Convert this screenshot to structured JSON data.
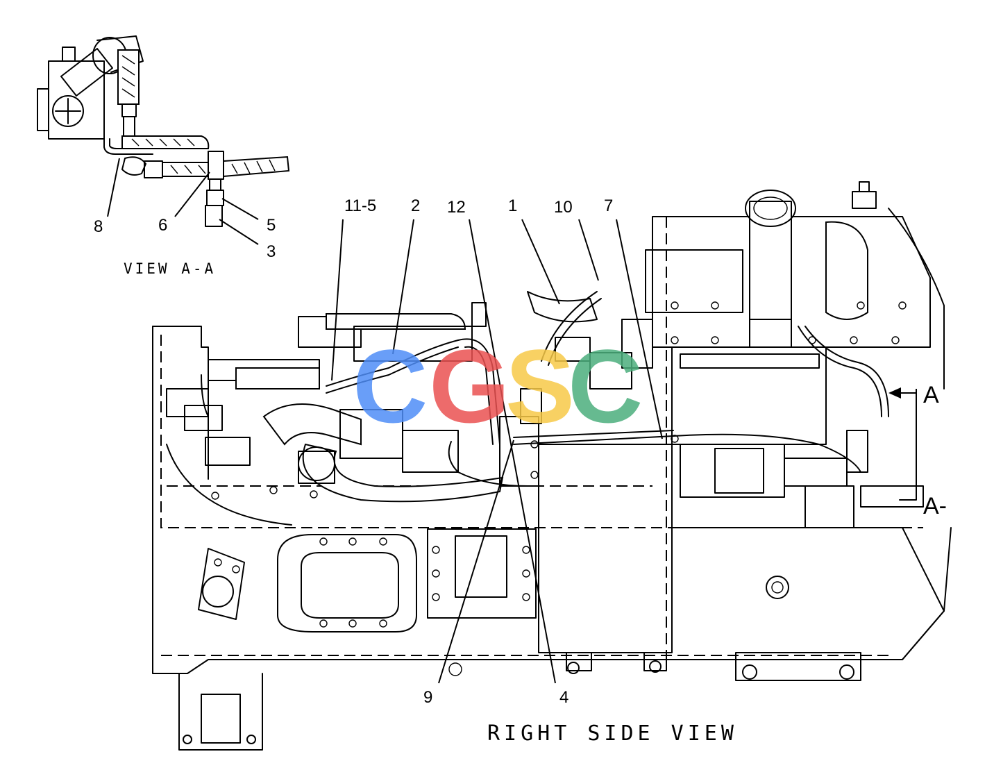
{
  "views": {
    "detail_title": "VIEW A-A",
    "main_title": "RIGHT SIDE VIEW",
    "section_marker": "A",
    "section_marker_bottom": "A-"
  },
  "callouts": {
    "c8": "8",
    "c6": "6",
    "c5": "5",
    "c3": "3",
    "c11_5": "11-5",
    "c2": "2",
    "c12": "12",
    "c1": "1",
    "c10": "10",
    "c7": "7",
    "c9": "9",
    "c4": "4"
  },
  "watermark": {
    "letters": [
      "C",
      "G",
      "S",
      "C"
    ],
    "colors": [
      "#4f8ef7",
      "#ea5252",
      "#f7c948",
      "#4caf7d"
    ]
  }
}
